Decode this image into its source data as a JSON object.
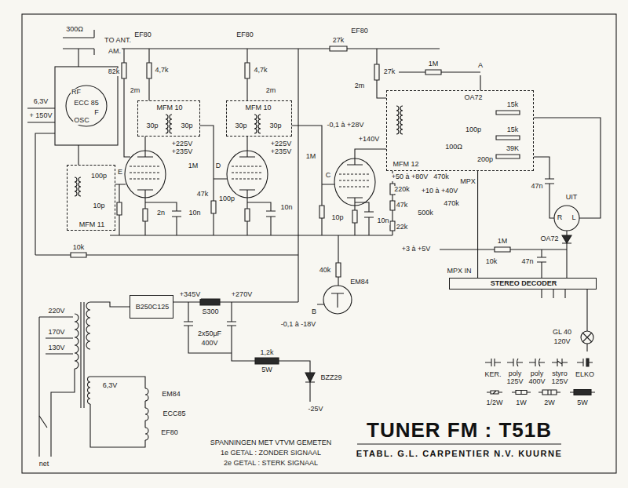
{
  "diagram": {
    "title": "TUNER FM : T51B",
    "caption": "ETABL. G.L. CARPENTIER N.V. KUURNE",
    "nodes": [
      {
        "text": [
          "MFM 10",
          "30p",
          "30p"
        ]
      },
      {
        "text": [
          "MFM 10",
          "30p",
          "30p"
        ]
      },
      {
        "text": [
          "MFM 12",
          "OA72",
          "15k",
          "15k",
          "100p",
          "100Ω",
          "39K",
          "200p"
        ]
      },
      {
        "text": [
          "100p",
          "10p",
          "MFM 11"
        ]
      },
      {
        "text": [
          "STEREO DECODER"
        ]
      },
      {
        "text": [
          "B250C125"
        ]
      }
    ],
    "edges": [
      {
        "from": 2,
        "to": 4,
        "arrow": "none"
      }
    ],
    "labels": [
      "300Ω",
      "TO ANT.",
      "AM.",
      "6,3V",
      "+ 150V",
      "RF",
      "ECC 85",
      "F",
      "OSC",
      "EF80",
      "82k",
      "4,7k",
      "2m",
      "+225V",
      "+235V",
      "E",
      "1M",
      "2n",
      "10n",
      "47k",
      "EF80",
      "4,7k",
      "2m",
      "+225V",
      "+235V",
      "D",
      "100p",
      "10n",
      "1M",
      "EF80",
      "27k",
      "27k",
      "2m",
      "-0,1 à +28V",
      "+140V",
      "C",
      "10p",
      "10n",
      "1M",
      "A",
      "+50 à +80V",
      "220k",
      "+10 à +40V",
      "470k",
      "470k",
      "47k",
      "500k",
      "22k",
      "+3 à +5V",
      "MPX",
      "1M",
      "47n",
      "47n",
      "10k",
      "MPX IN",
      "OA72",
      "UIT",
      "R",
      "L",
      "GL 40",
      "120V",
      "10k",
      "40k",
      "EM84",
      "B",
      "-0,1 à -18V",
      "220V",
      "170V",
      "130V",
      "+345V",
      "S300",
      "+270V",
      "2x50μF",
      "400V",
      "1,2k",
      "5W",
      "BZZ29",
      "-25V",
      "6,3V",
      "EM84",
      "ECC85",
      "EF80",
      "net",
      "SPANNINGEN MET VTVM GEMETEN",
      "1e GETAL : ZONDER SIGNAAL",
      "2e GETAL : STERK SIGNAAL"
    ],
    "legend": [
      {
        "text": "KER."
      },
      {
        "text": "poly 125V"
      },
      {
        "text": "poly 400V"
      },
      {
        "text": "styro 125V"
      },
      {
        "text": "ELKO"
      },
      {
        "text": "1/2W"
      },
      {
        "text": "1W"
      },
      {
        "text": "2W"
      },
      {
        "text": "5W"
      }
    ]
  }
}
